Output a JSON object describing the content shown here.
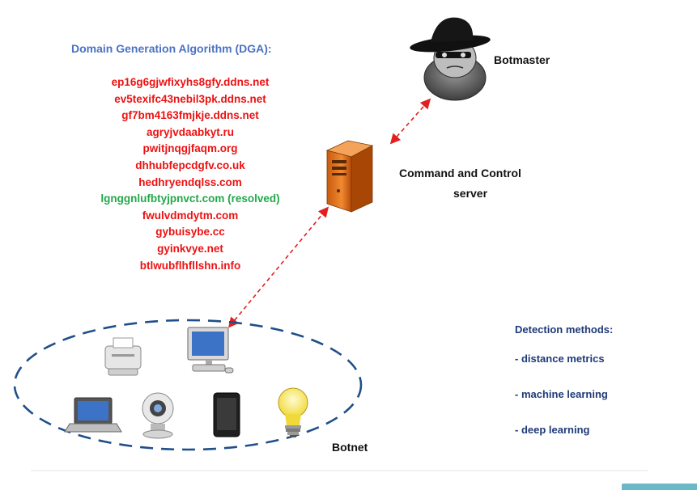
{
  "dga": {
    "title": "Domain Generation Algorithm (DGA):",
    "domains": [
      {
        "text": "ep16g6gjwfixyhs8gfy.ddns.net",
        "resolved": false
      },
      {
        "text": "ev5texifc43nebil3pk.ddns.net",
        "resolved": false
      },
      {
        "text": "gf7bm4163fmjkje.ddns.net",
        "resolved": false
      },
      {
        "text": "agryjvdaabkyt.ru",
        "resolved": false
      },
      {
        "text": "pwitjnqgjfaqm.org",
        "resolved": false
      },
      {
        "text": "dhhubfepcdgfv.co.uk",
        "resolved": false
      },
      {
        "text": "hedhryendqlss.com",
        "resolved": false
      },
      {
        "text": "lgnggnlufbtyjpnvct.com (resolved)",
        "resolved": true
      },
      {
        "text": "fwulvdmdytm.com",
        "resolved": false
      },
      {
        "text": "gybuisybe.cc",
        "resolved": false
      },
      {
        "text": "gyinkvye.net",
        "resolved": false
      },
      {
        "text": "btlwubflhfllshn.info",
        "resolved": false
      }
    ]
  },
  "nodes": {
    "botmaster": "Botmaster",
    "c2_line1": "Command and Control",
    "c2_line2": "server",
    "botnet": "Botnet"
  },
  "detection": {
    "title": "Detection methods:",
    "methods": [
      "- distance metrics",
      "- machine learning",
      "- deep learning"
    ]
  },
  "colors": {
    "dga_title": "#4a72c4",
    "domain_unresolved": "#ee1111",
    "domain_resolved": "#22a84a",
    "arrow": "#e02020",
    "ellipse": "#1f4f8a",
    "detection": "#1f3a78"
  }
}
